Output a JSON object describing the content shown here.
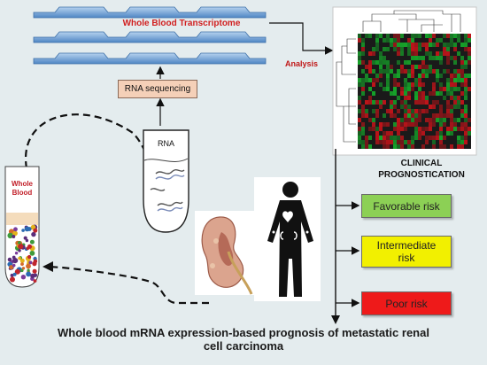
{
  "transcriptome": {
    "label": "Whole Blood Transcriptome"
  },
  "analysis": {
    "label": "Analysis"
  },
  "rna_seq": {
    "label": "RNA   sequencing"
  },
  "rna_tube": {
    "label": "RNA"
  },
  "blood_tube": {
    "label_line1": "Whole",
    "label_line2": "Blood"
  },
  "prognostication": {
    "line1": "CLINICAL",
    "line2": "PROGNOSTICATION"
  },
  "risks": {
    "favorable": "Favorable risk",
    "intermediate_line1": "Intermediate",
    "intermediate_line2": "risk",
    "poor": "Poor risk"
  },
  "title": {
    "line1": "Whole blood mRNA expression-based prognosis of metastatic renal",
    "line2": "cell carcinoma"
  },
  "colors": {
    "favorable": "#8cd055",
    "intermediate": "#f2f000",
    "poor": "#ee1a1a",
    "strand": "#6b9bd1",
    "heat_red": "#c0141a",
    "heat_green": "#16a52a"
  }
}
